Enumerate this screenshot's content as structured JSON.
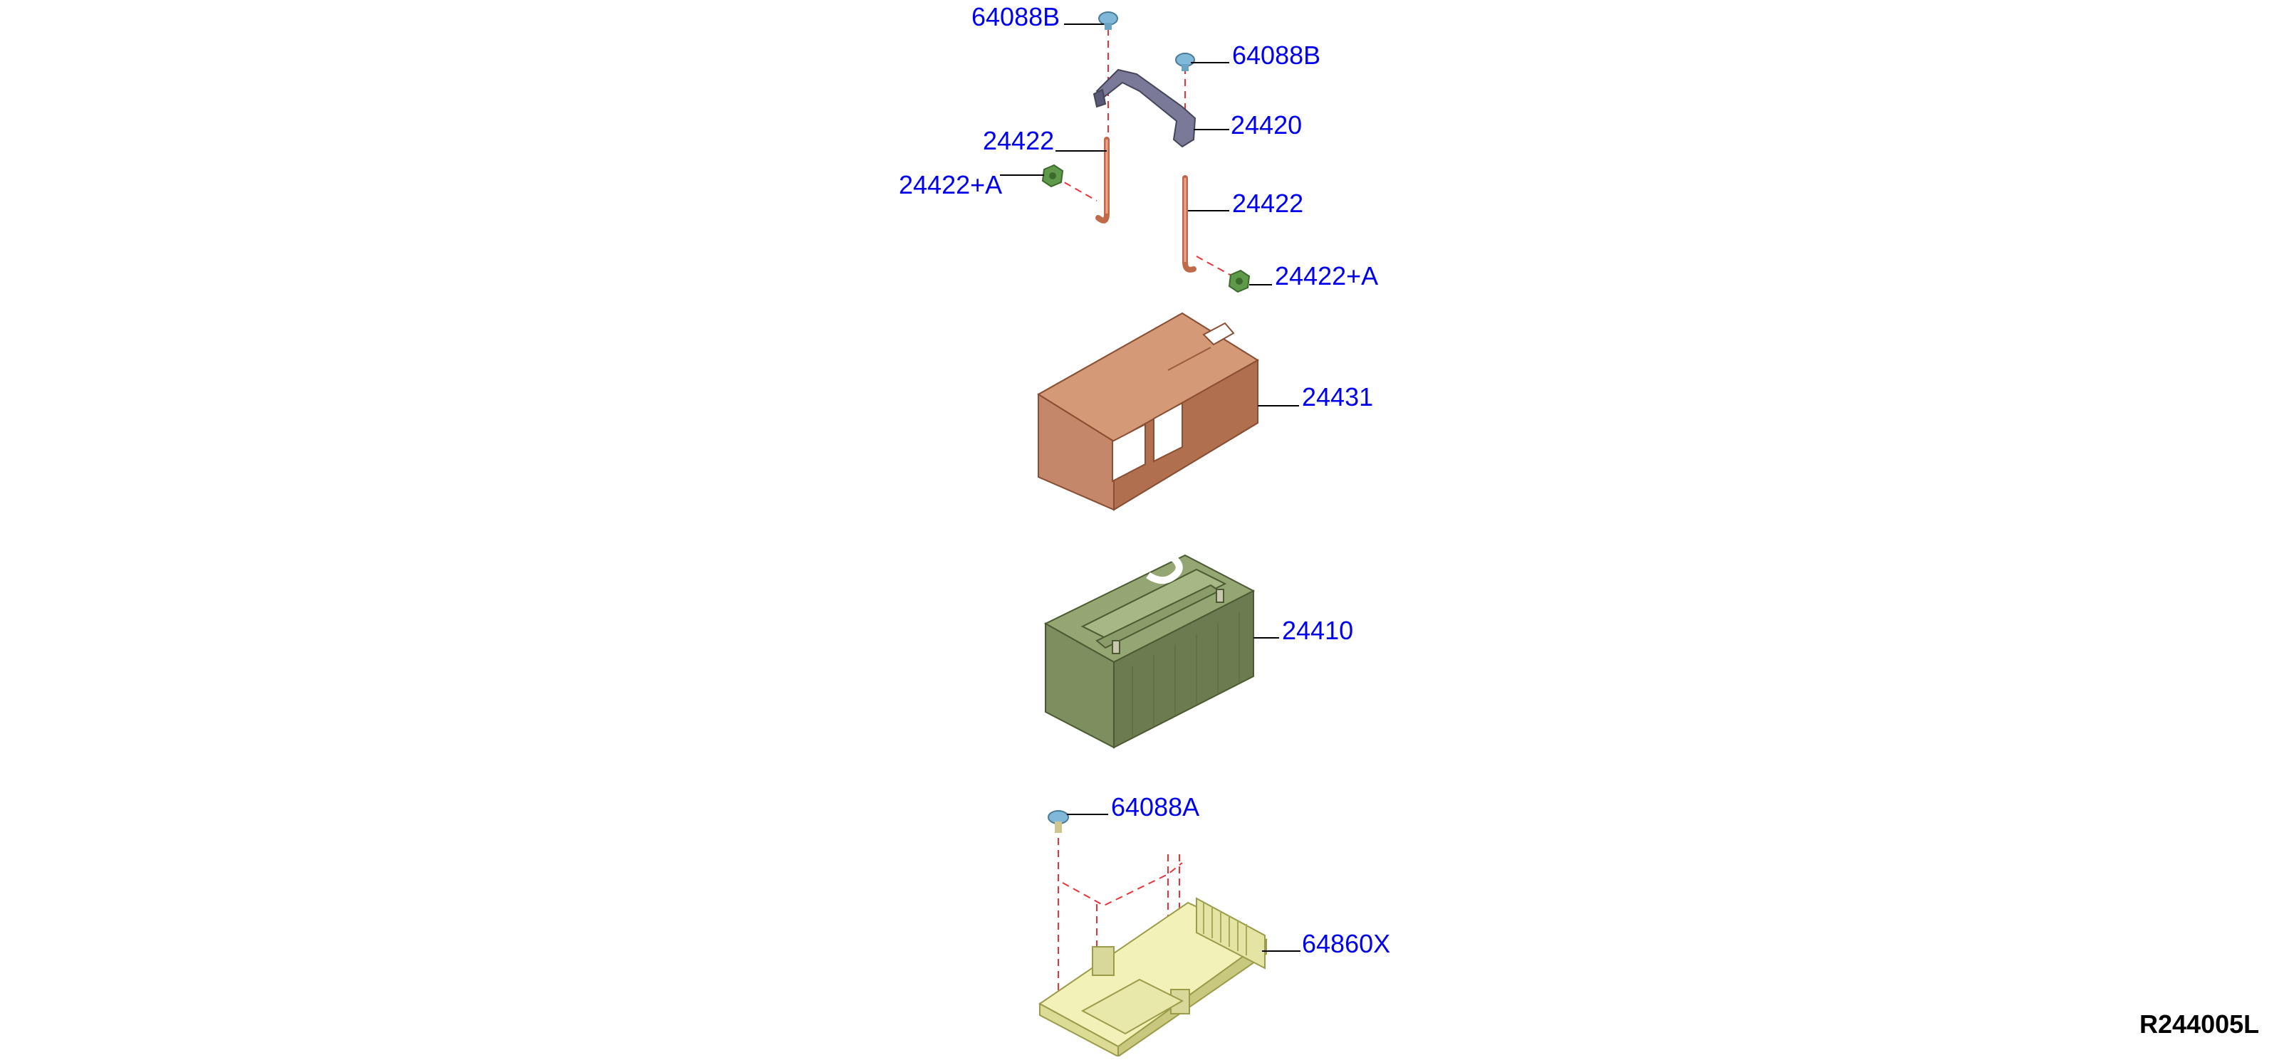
{
  "diagram_id": "R244005L",
  "callouts": [
    {
      "key": "c1",
      "part": "64088B"
    },
    {
      "key": "c2",
      "part": "64088B"
    },
    {
      "key": "c3",
      "part": "24420"
    },
    {
      "key": "c4",
      "part": "24422"
    },
    {
      "key": "c5",
      "part": "24422+A"
    },
    {
      "key": "c6",
      "part": "24422"
    },
    {
      "key": "c7",
      "part": "24422+A"
    },
    {
      "key": "c8",
      "part": "24431"
    },
    {
      "key": "c9",
      "part": "24410"
    },
    {
      "key": "c10",
      "part": "64088A"
    },
    {
      "key": "c11",
      "part": "64860X"
    }
  ],
  "colors": {
    "label": "#0000ee",
    "leader": "#000000",
    "dash": "#e8333a",
    "insulator": "#c08a6a",
    "battery": "#7e8f5f",
    "tray": "#eeeeaa",
    "bolt": "#7fb8d8",
    "nut": "#5f9a4a",
    "bracket": "#6a6a88",
    "rod": "#d07a5a"
  }
}
